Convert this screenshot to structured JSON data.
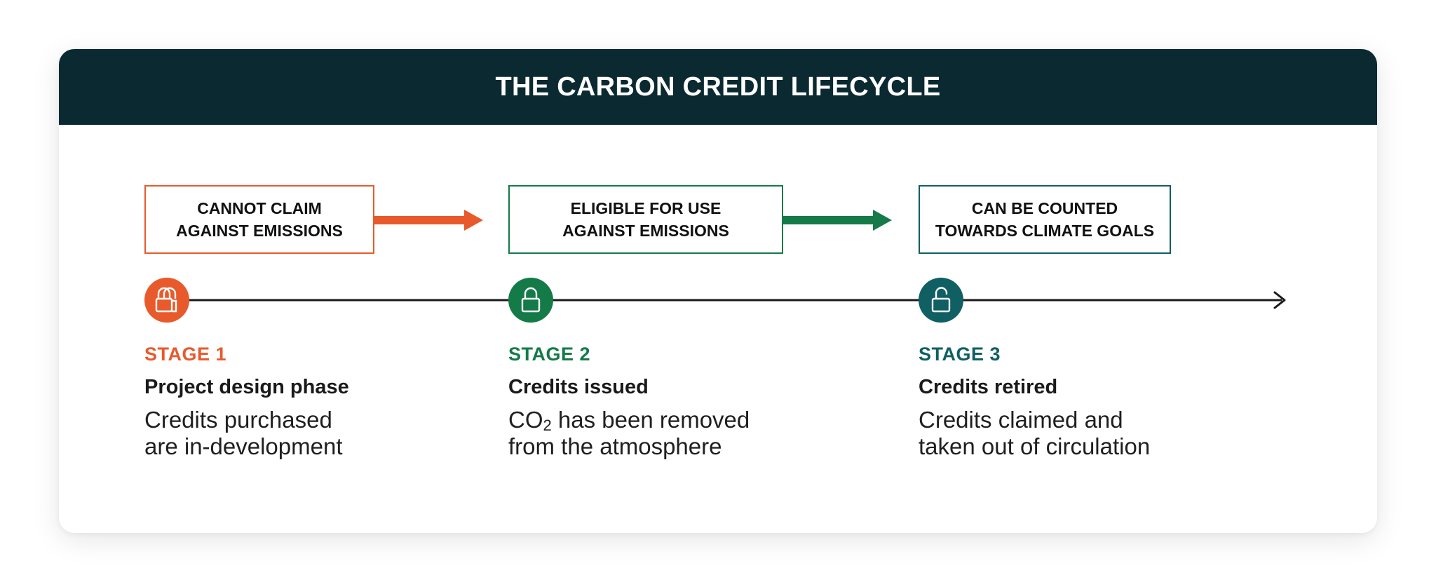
{
  "title": "THE CARBON CREDIT LIFECYCLE",
  "colors": {
    "header_bg": "#0b2930",
    "stage1": "#e85a2b",
    "stage2": "#137a48",
    "stage3": "#0f5f63",
    "timeline": "#1a1a1a"
  },
  "states": [
    {
      "line1": "CANNOT CLAIM",
      "line2": "AGAINST EMISSIONS"
    },
    {
      "line1": "ELIGIBLE FOR USE",
      "line2": "AGAINST EMISSIONS"
    },
    {
      "line1": "CAN BE COUNTED",
      "line2": "TOWARDS CLIMATE GOALS"
    }
  ],
  "stages": [
    {
      "label": "STAGE 1",
      "heading": "Project design phase",
      "icon": "double-lock-icon",
      "desc_line1": "Credits purchased",
      "desc_line2": "are in-development"
    },
    {
      "label": "STAGE 2",
      "heading": "Credits issued",
      "icon": "lock-icon",
      "desc_line1_pre": "CO",
      "desc_line1_sub": "2",
      "desc_line1_post": " has been removed",
      "desc_line2": "from the atmosphere"
    },
    {
      "label": "STAGE 3",
      "heading": "Credits retired",
      "icon": "unlocked-icon",
      "desc_line1": "Credits claimed and",
      "desc_line2": "taken out of circulation"
    }
  ]
}
